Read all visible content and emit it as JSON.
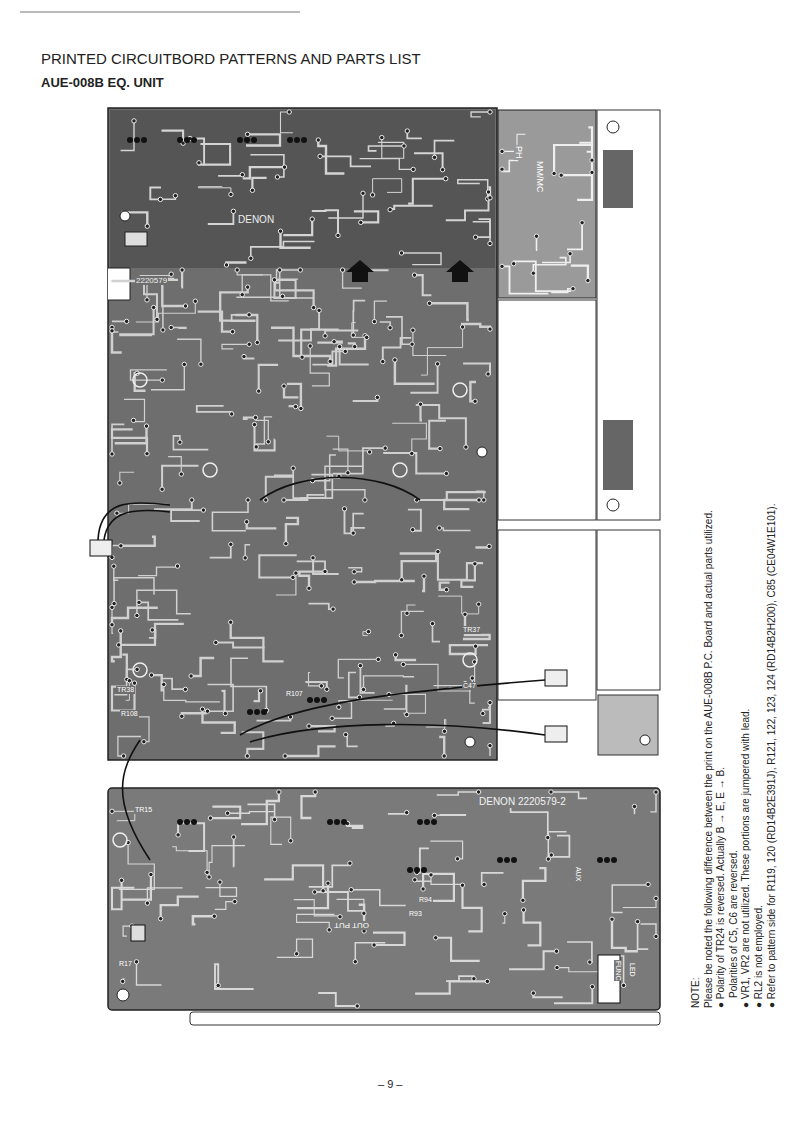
{
  "diagram": {
    "title": "PRINTED CIRCUITBORD PATTERNS AND PARTS LIST",
    "labels": [
      "AUE-008B EQ. UNIT",
      "DENON",
      "2220579",
      "DENON 2220579-2",
      "OUT PUT",
      "FUNC",
      "LED",
      "AUX",
      "PH",
      "MM/MC",
      "TR15",
      "R94",
      "R93",
      "R17",
      "TR37",
      "TR38",
      "C47",
      "R108",
      "R107",
      "– 9 –",
      "NOTE:",
      "Please be noted the following difference between the print on the AUE-008B P.C. Board and actual parts utilized.",
      "● Polarity of TR24 is reversed. Actually B → E, E → B.",
      "Polarities of C5, C6 are reversed.",
      "● VR1, VR2 are not utilized. These portions are jumpered with lead.",
      "● RL2 is not employed.",
      "● Refer to pattern side for R119, 120 (RD14B2E391J), R121, 122, 123, 124 (RD14B2H200), C85 (CE04W1E101)."
    ]
  }
}
